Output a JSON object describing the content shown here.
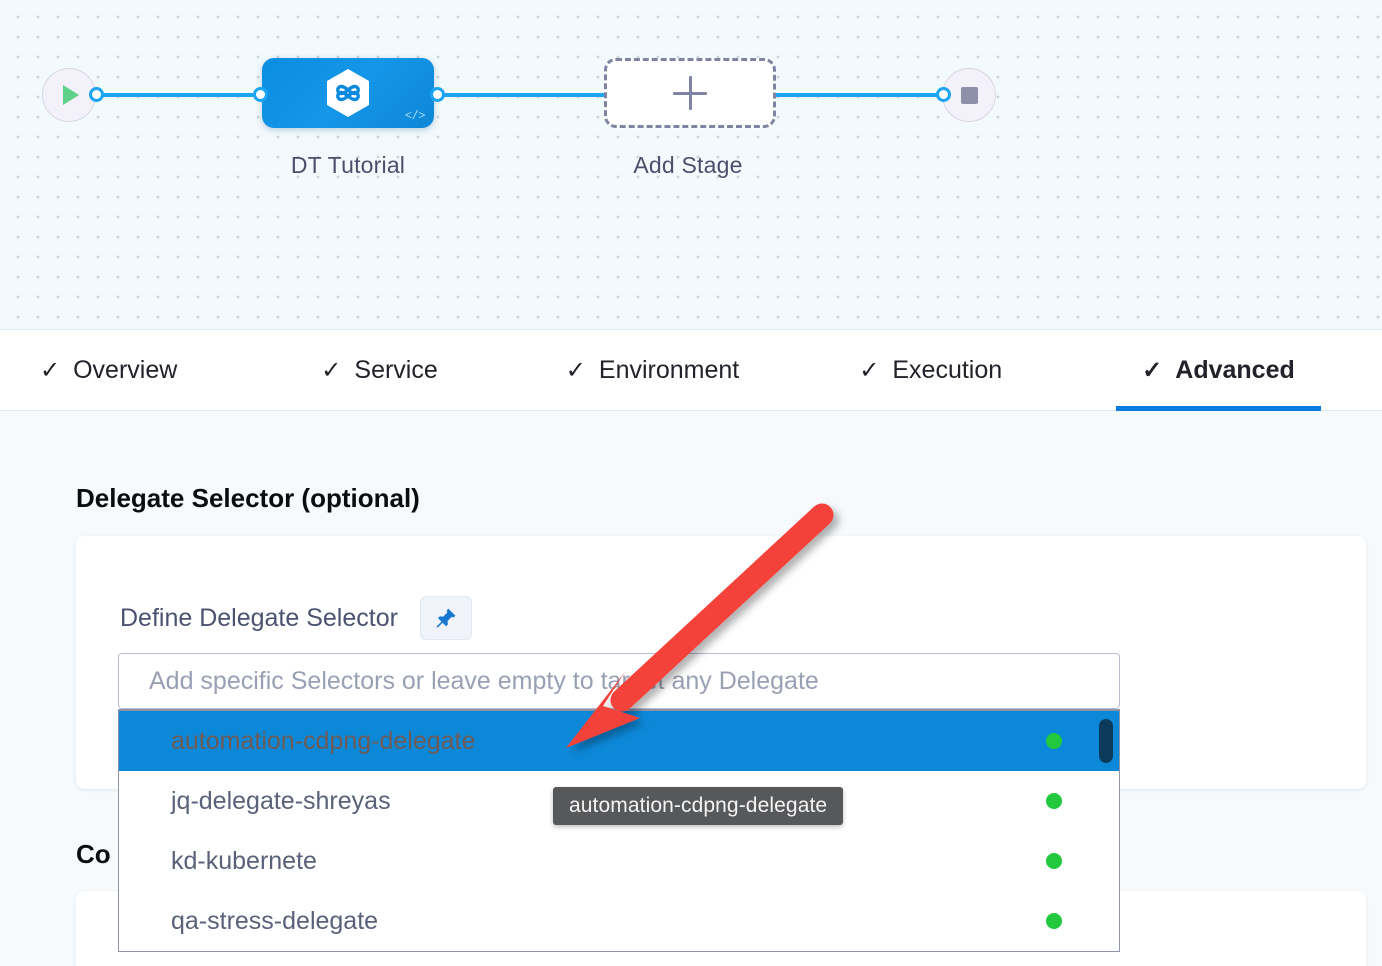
{
  "pipeline": {
    "start_node": {
      "icon": "play-icon",
      "name": "pipeline-start"
    },
    "stage": {
      "label": "DT Tutorial",
      "icon": "harness-hexagon-infinity-icon",
      "code_badge": "</>"
    },
    "add_stage": {
      "label": "Add Stage",
      "icon": "plus-icon"
    },
    "end_node": {
      "icon": "stop-square-icon",
      "name": "pipeline-end"
    }
  },
  "tabs": [
    {
      "label": "Overview",
      "tick": "✓",
      "active": false
    },
    {
      "label": "Service",
      "tick": "✓",
      "active": false
    },
    {
      "label": "Environment",
      "tick": "✓",
      "active": false
    },
    {
      "label": "Execution",
      "tick": "✓",
      "active": false
    },
    {
      "label": "Advanced",
      "tick": "✓",
      "active": true
    }
  ],
  "advanced": {
    "delegate_selector_title": "Delegate Selector (optional)",
    "define_label": "Define Delegate Selector",
    "pin_icon": "pin-icon",
    "second_section_title": "Co",
    "input": {
      "placeholder": "Add specific Selectors or leave empty to target any Delegate",
      "value": ""
    },
    "options": [
      {
        "label": "automation-cdpng-delegate",
        "status": "connected",
        "selected": true
      },
      {
        "label": "jq-delegate-shreyas",
        "status": "connected",
        "selected": false
      },
      {
        "label": "kd-kubernete",
        "status": "connected",
        "selected": false
      },
      {
        "label": "qa-stress-delegate",
        "status": "connected",
        "selected": false
      }
    ]
  },
  "tooltip": {
    "text": "automation-cdpng-delegate"
  },
  "annotation": {
    "arrow_color": "#f4433a",
    "points_to": "automation-cdpng-delegate"
  },
  "colors": {
    "accent_blue": "#0a7ee0",
    "highlight_blue": "#0c88d8",
    "edge_blue": "#1ba5f2",
    "status_green": "#22c93f",
    "canvas_bg": "#f3fafd",
    "body_bg": "#f6fafc",
    "arrow_red": "#f4433a"
  }
}
